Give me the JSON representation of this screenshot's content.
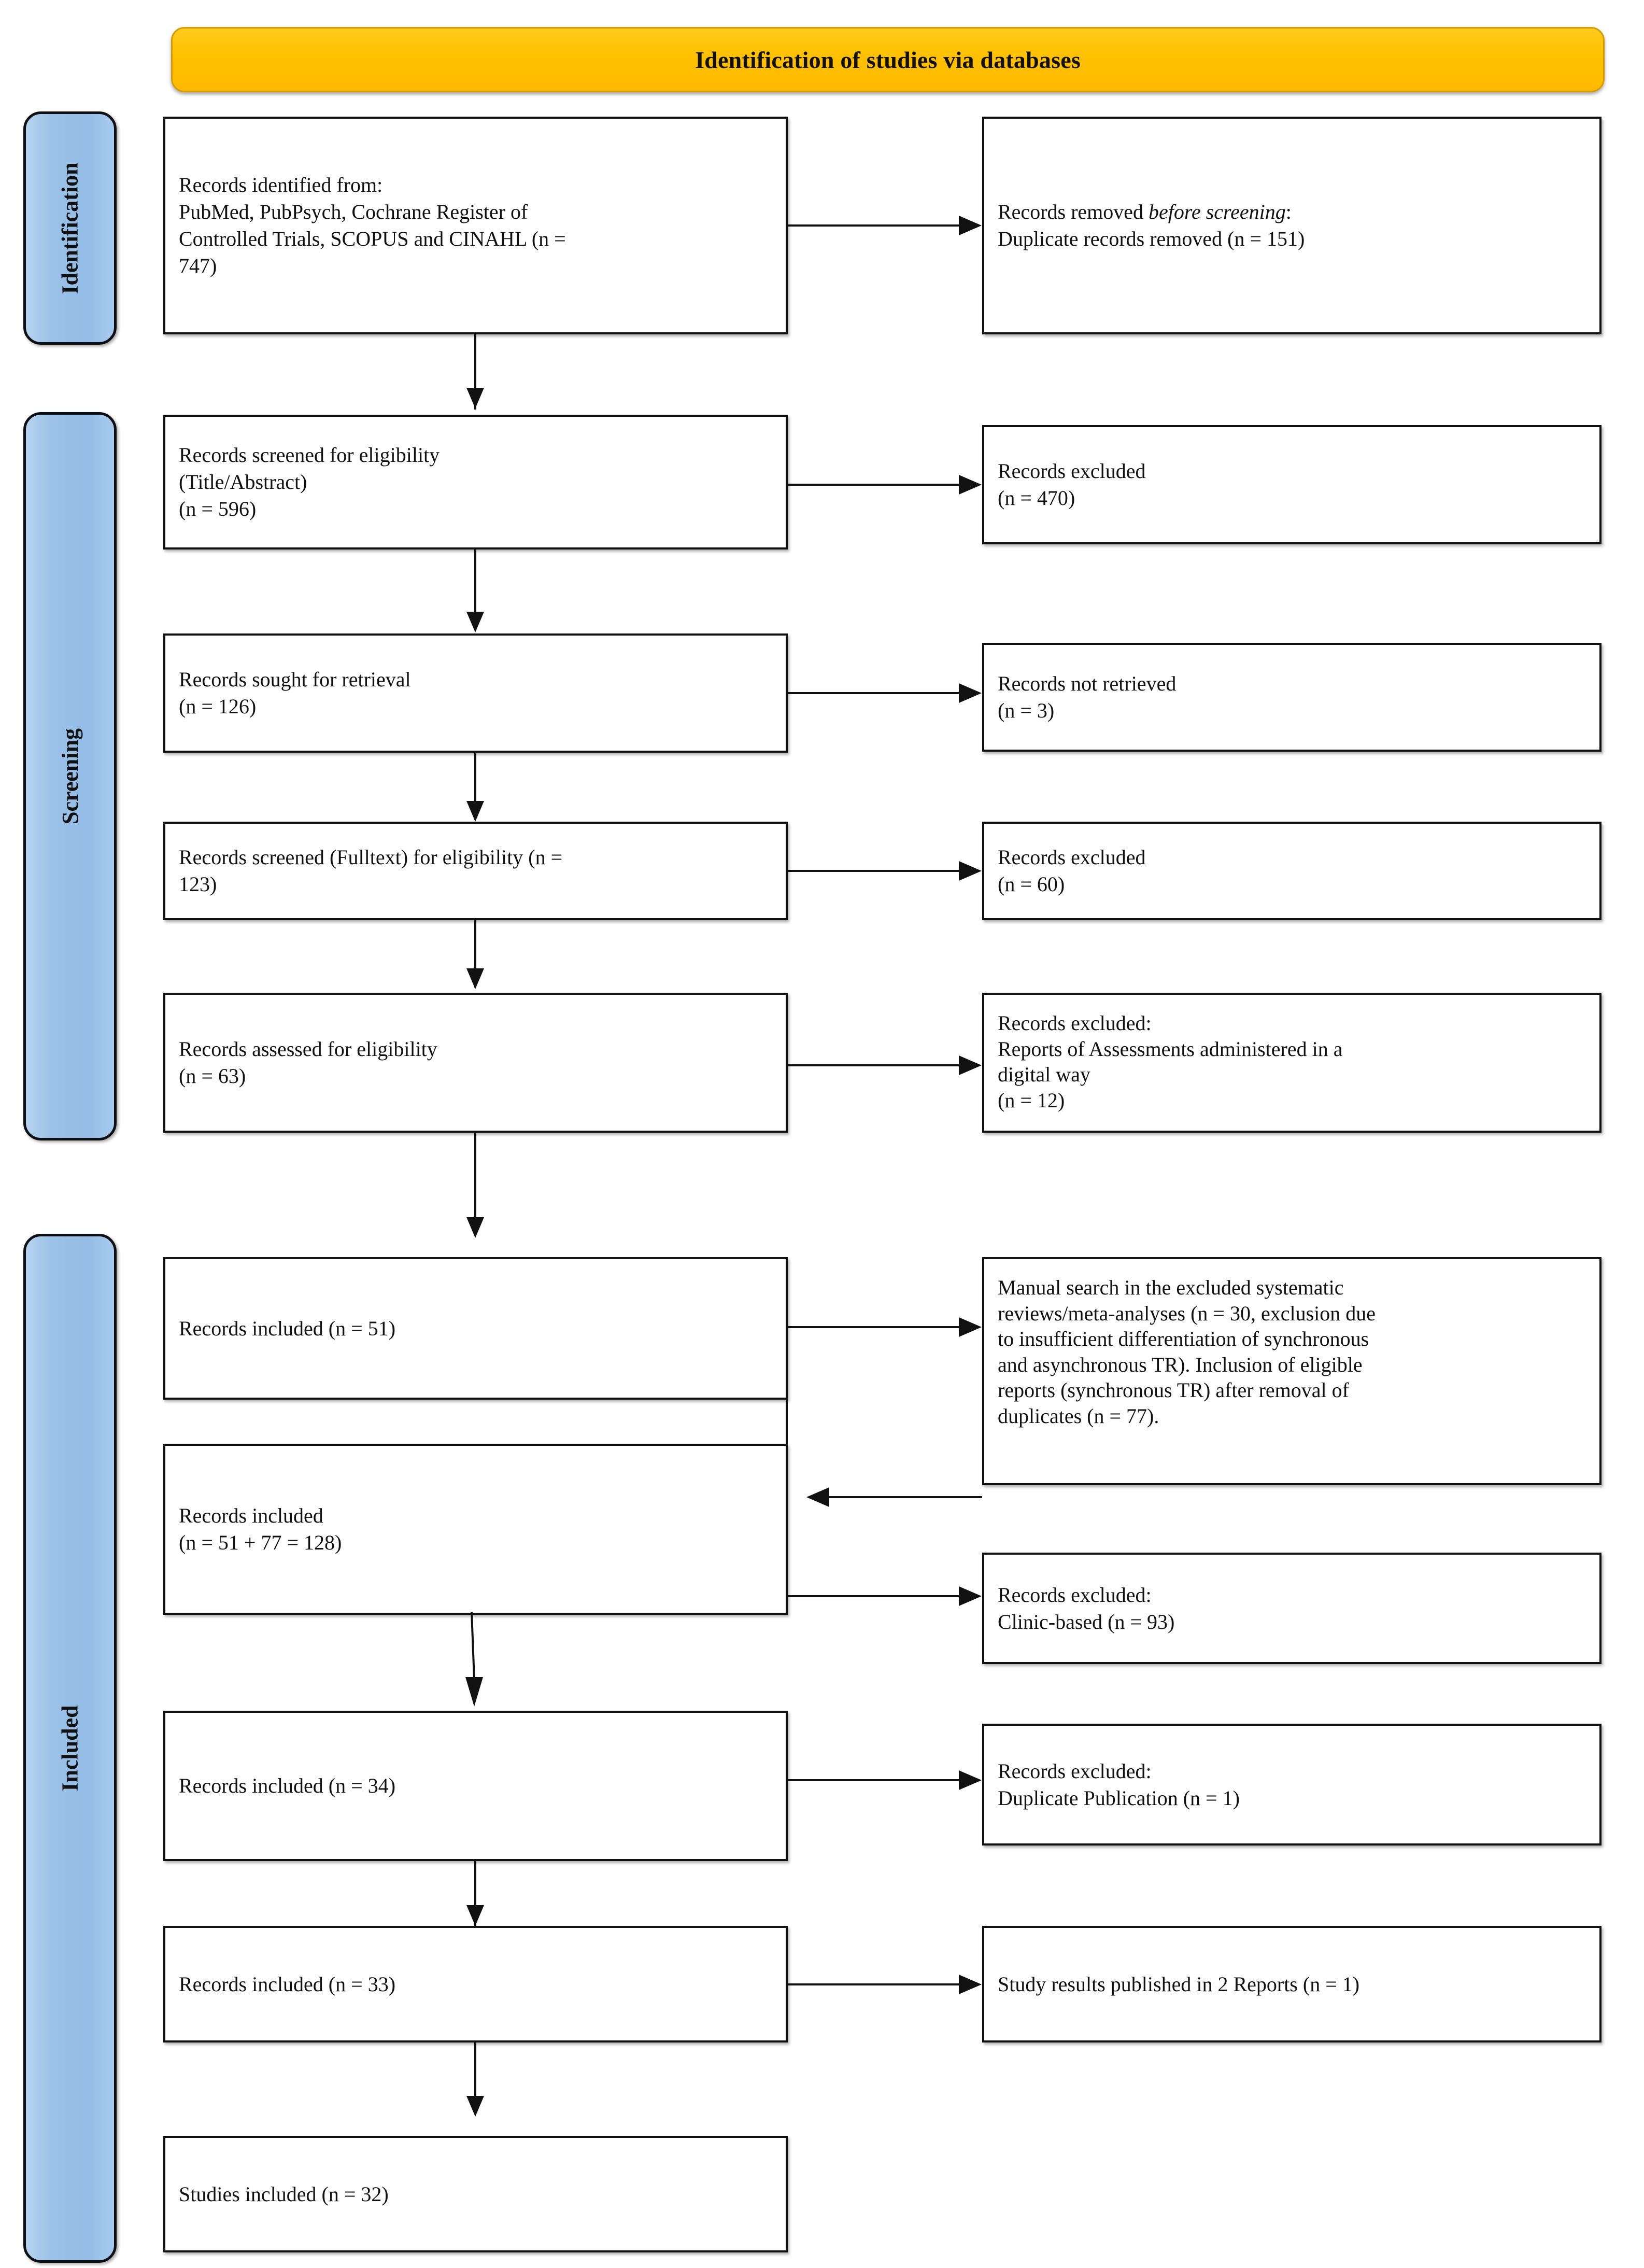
{
  "header": {
    "title": "Identification of studies via databases"
  },
  "phases": [
    {
      "label": "Identification"
    },
    {
      "label": "Screening"
    },
    {
      "label": "Included"
    }
  ],
  "left_boxes": [
    {
      "name": "records-identified",
      "text": "Records identified from:\nPubMed, PubPsych, Cochrane Register of\nControlled Trials, SCOPUS and CINAHL (n =\n747)"
    },
    {
      "name": "records-screened-title",
      "text": "Records screened for eligibility\n(Title/Abstract)\n(n = 596)"
    },
    {
      "name": "records-sought",
      "text": "Records sought for retrieval\n(n = 126)"
    },
    {
      "name": "records-screened-fulltext",
      "text": "Records screened (Fulltext) for eligibility (n =\n123)"
    },
    {
      "name": "records-assessed",
      "text": "Records assessed for eligibility\n(n = 63)"
    },
    {
      "name": "records-included-51",
      "text": "Records included (n = 51)"
    },
    {
      "name": "records-included-128",
      "text": "Records included\n(n = 51 + 77 = 128)"
    },
    {
      "name": "records-included-34",
      "text": "Records included  (n = 34)"
    },
    {
      "name": "records-included-33",
      "text": "Records included (n = 33)"
    },
    {
      "name": "studies-included-32",
      "text": "Studies included  (n = 32)"
    }
  ],
  "right_boxes": [
    {
      "name": "records-removed-before-screening",
      "prefix": "Records removed ",
      "italic": "before screening",
      "suffix": ":\nDuplicate records removed (n = 151)"
    },
    {
      "name": "records-excluded-470",
      "text": "Records excluded\n(n = 470)"
    },
    {
      "name": "records-not-retrieved",
      "text": "Records not retrieved\n(n = 3)"
    },
    {
      "name": "records-excluded-60",
      "text": "Records excluded\n(n = 60)"
    },
    {
      "name": "records-excluded-digital",
      "text": "Records excluded:\nReports of Assessments administered in a\ndigital way\n(n = 12)"
    },
    {
      "name": "manual-search",
      "text": "Manual search in the excluded systematic\nreviews/meta-analyses (n = 30, exclusion due\nto insufficient differentiation of synchronous\nand asynchronous TR). Inclusion of eligible\nreports (synchronous TR) after removal of\nduplicates (n = 77)."
    },
    {
      "name": "records-excluded-clinic",
      "text": "Records excluded:\nClinic-based (n = 93)"
    },
    {
      "name": "records-excluded-duplicate-pub",
      "text": "Records excluded:\nDuplicate Publication (n = 1)"
    },
    {
      "name": "study-results-2-reports",
      "text": "Study results published in 2 Reports (n = 1)"
    }
  ],
  "colors": {
    "banner_gold": "#FFC000",
    "phase_blue": "#95BDE8",
    "line_black": "#111111",
    "box_white": "#FFFFFF"
  }
}
